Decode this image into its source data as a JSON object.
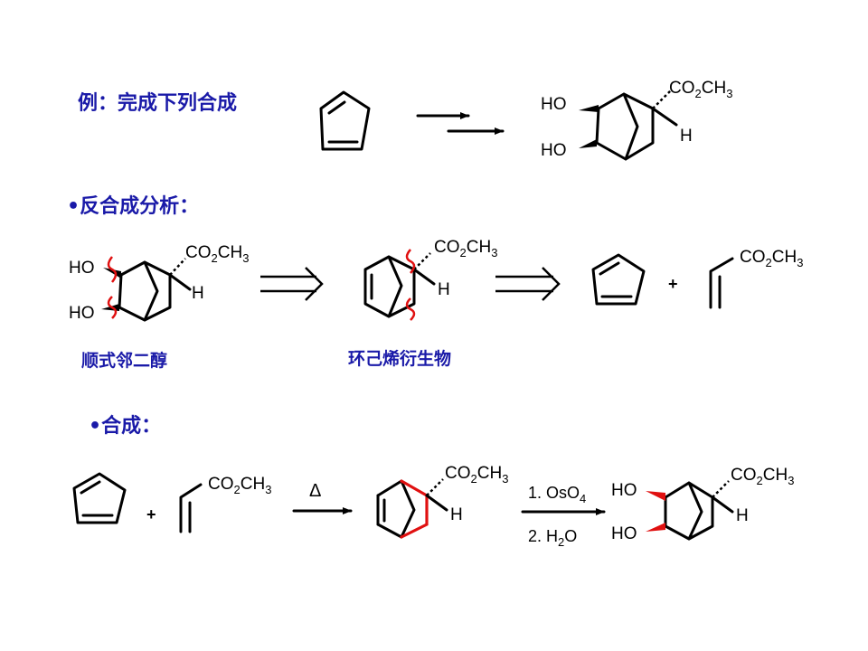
{
  "example": {
    "title": "例：完成下列合成"
  },
  "retro": {
    "bullet": "•",
    "title": "反合成分析：",
    "label_diol": "顺式邻二醇",
    "label_cyclohexene": "环己烯衍生物"
  },
  "synthesis": {
    "bullet": "•",
    "title": "合成："
  },
  "substituents": {
    "co": "CO",
    "two": "2",
    "ch": "CH",
    "three": "3",
    "h": "H",
    "ho": "HO"
  },
  "reagents": {
    "heat": "Δ",
    "step1_a": "1. OsO",
    "step1_sub": "4",
    "step2_a": "2. H",
    "step2_sub": "2",
    "step2_b": "O"
  },
  "symbols": {
    "plus": "+"
  },
  "colors": {
    "accent": "#1a1aa8",
    "highlight": "#e01010"
  }
}
